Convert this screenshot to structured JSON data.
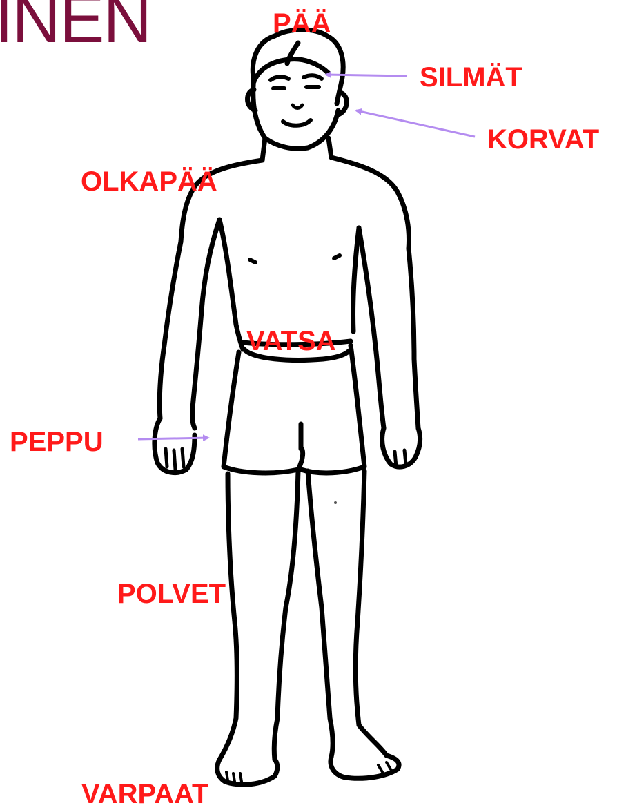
{
  "title": "INEN",
  "colors": {
    "title": "#7b0f3c",
    "label": "#ff1a1a",
    "arrow": "#b48cf0",
    "outline": "#000000"
  },
  "labels": {
    "paa": "PÄÄ",
    "silmat": "SILMÄT",
    "korvat": "KORVAT",
    "olkapaa": "OLKAPÄÄ",
    "vatsa": "VATSA",
    "peppu": "PEPPU",
    "polvet": "POLVET",
    "varpaat": "VARPAAT"
  }
}
